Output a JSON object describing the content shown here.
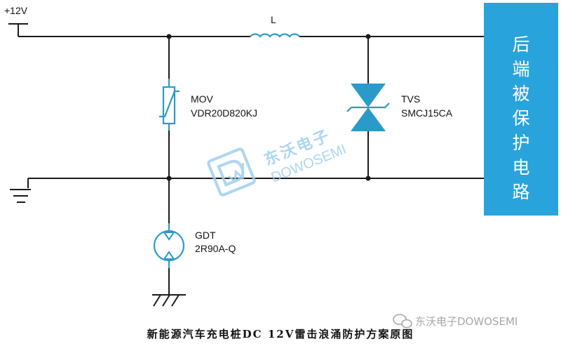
{
  "supply_label": "+12V",
  "inductor": {
    "label": "L"
  },
  "mov": {
    "label": "MOV",
    "part": "VDR20D820KJ"
  },
  "tvs": {
    "label": "TVS",
    "part": "SMCJ15CA"
  },
  "gdt": {
    "label": "GDT",
    "part": "2R90A-Q"
  },
  "protected_circuit": {
    "chars": [
      "后",
      "端",
      "被",
      "保",
      "护",
      "电",
      "路"
    ]
  },
  "watermark": {
    "title": "东沃电子",
    "subtitle": "DOWOSEMI"
  },
  "footer_watermark": "东沃电子DOWOSEMI",
  "caption": "新能源汽车充电桩DC 12V雷击浪涌防护方案原图",
  "colors": {
    "component": "#2a9bc9",
    "protected_box": "#29a3dc",
    "wire": "#1a1a1a"
  },
  "icons": [
    "ground-icon",
    "earth-ground-icon",
    "wechat-icon",
    "dowosemi-logo-icon"
  ]
}
